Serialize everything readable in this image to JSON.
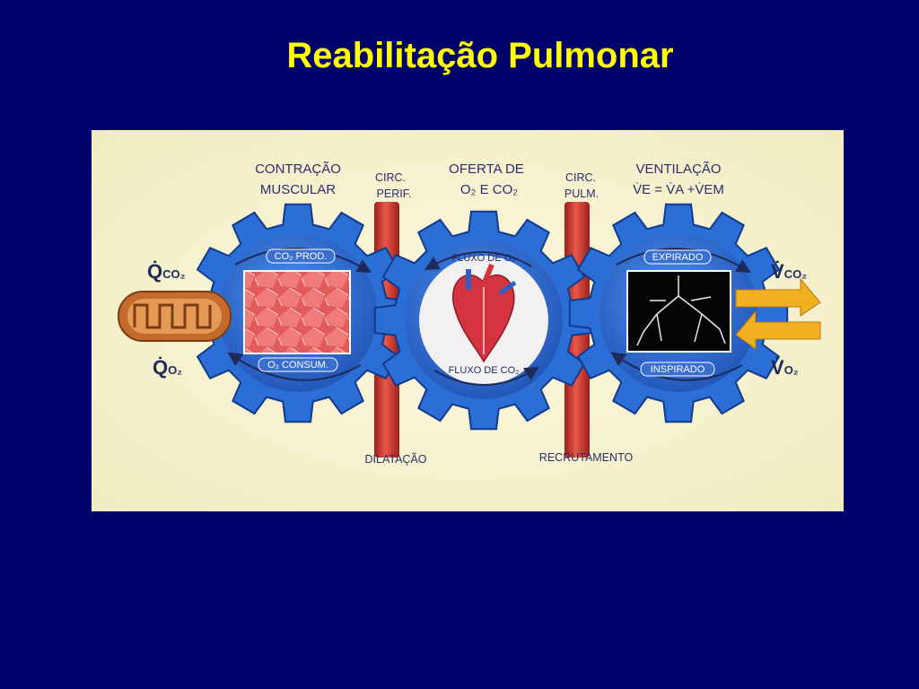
{
  "slide": {
    "title": "Reabilitação Pulmonar"
  },
  "diagram": {
    "gear1": {
      "title_line1": "CONTRAÇÃO",
      "title_line2": "MUSCULAR",
      "top_arc": "CO₂ PROD.",
      "bottom_arc": "O₂ CONSUM."
    },
    "circ_perif": {
      "line1": "CIRC.",
      "line2": "PERIF.",
      "bottom_label": "DILATAÇÃO"
    },
    "gear2": {
      "title_line1": "OFERTA DE",
      "title_line2": "O₂ E CO₂",
      "top_arc": "FLUXO DE O₂",
      "bottom_arc": "FLUXO DE CO₂"
    },
    "circ_pulm": {
      "line1": "CIRC.",
      "line2": "PULM.",
      "bottom_label": "RECRUTAMENTO"
    },
    "gear3": {
      "title_line1": "VENTILAÇÃO",
      "title_line2": "V̇E = V̇A +V̇EM",
      "top_arc": "EXPIRADO",
      "bottom_arc": "INSPIRADO"
    },
    "left_flow": {
      "top_main": "Q̇",
      "top_sub": "CO₂",
      "bottom_main": "Q̇",
      "bottom_sub": "O₂"
    },
    "right_flow": {
      "top_main": "V̇",
      "top_sub": "CO₂",
      "bottom_main": "V̇",
      "bottom_sub": "O₂"
    },
    "colors": {
      "gear": "#2b6fd6",
      "pipe": "#d23a2f",
      "arrow": "#f0b020",
      "background": "#fbf6d8",
      "title": "#ffff00"
    }
  }
}
